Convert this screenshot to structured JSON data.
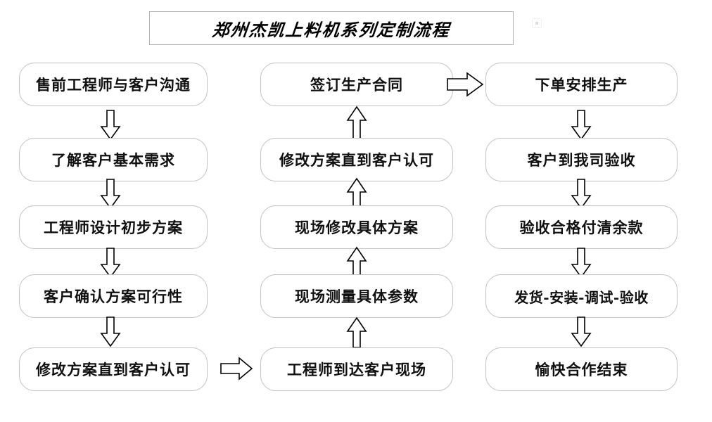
{
  "document": {
    "title_box": {
      "text": "郑州杰凯上料机系列定制流程"
    },
    "watermark": {
      "name": "faint-watermark-mark"
    }
  },
  "chart_data": {
    "type": "flowchart",
    "title": "郑州杰凯上料机系列定制流程",
    "columns": [
      {
        "id": "left-column",
        "direction": "down",
        "nodes": [
          "售前工程师与客户沟通",
          "了解客户基本需求",
          "工程师设计初步方案",
          "客户确认方案可行性",
          "修改方案直到客户认可"
        ]
      },
      {
        "id": "middle-column",
        "direction": "up",
        "nodes": [
          "签订生产合同",
          "修改方案直到客户认可",
          "现场修改具体方案",
          "现场测量具体参数",
          "工程师到达客户现场"
        ]
      },
      {
        "id": "right-column",
        "direction": "down",
        "nodes": [
          "下单安排生产",
          "客户到我司验收",
          "验收合格付清余款",
          "发货-安装-调试-验收",
          "愉快合作结束"
        ]
      }
    ],
    "connectors": [
      {
        "from": "修改方案直到客户认可",
        "to": "工程师到达客户现场",
        "direction": "right"
      },
      {
        "from": "签订生产合同",
        "to": "下单安排生产",
        "direction": "right"
      }
    ]
  },
  "nodes": {
    "left": [
      {
        "label": "售前工程师与客户沟通"
      },
      {
        "label": "了解客户基本需求"
      },
      {
        "label": "工程师设计初步方案"
      },
      {
        "label": "客户确认方案可行性"
      },
      {
        "label": "修改方案直到客户认可"
      }
    ],
    "middle": [
      {
        "label": "签订生产合同"
      },
      {
        "label": "修改方案直到客户认可"
      },
      {
        "label": "现场修改具体方案"
      },
      {
        "label": "现场测量具体参数"
      },
      {
        "label": "工程师到达客户现场"
      }
    ],
    "right": [
      {
        "label": "下单安排生产"
      },
      {
        "label": "客户到我司验收"
      },
      {
        "label": "验收合格付清余款"
      },
      {
        "label": "发货-安装-调试-验收"
      },
      {
        "label": "愉快合作结束"
      }
    ]
  },
  "colors": {
    "node_border": "#c2c2c2",
    "title_border": "#b3b3b3",
    "text": "#101010",
    "arrow_stroke": "#000000",
    "background": "#ffffff"
  }
}
